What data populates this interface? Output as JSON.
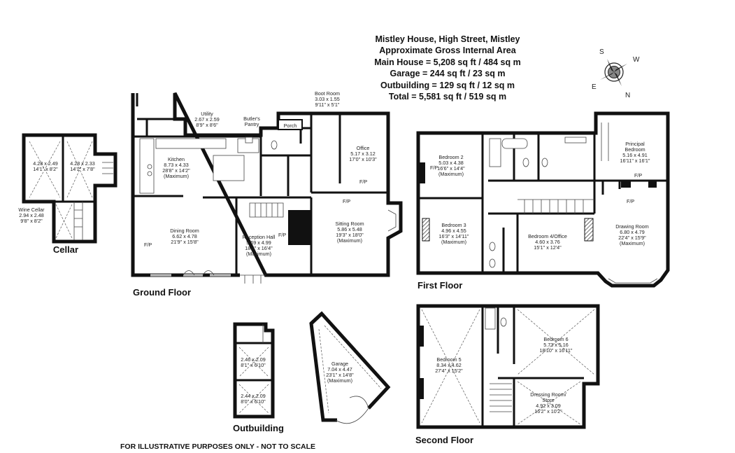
{
  "header": {
    "address": "Mistley House, High Street, Mistley",
    "subtitle": "Approximate Gross Internal Area",
    "main_house": "Main House = 5,208 sq ft / 484 sq m",
    "garage": "Garage = 244 sq ft / 23 sq m",
    "outbuilding": "Outbuilding = 129 sq ft / 12 sq m",
    "total": "Total = 5,581 sq ft / 519 sq m"
  },
  "compass": {
    "s": "S",
    "w": "W",
    "e": "E",
    "n": "N"
  },
  "floors": {
    "cellar": "Cellar",
    "ground": "Ground Floor",
    "first": "First Floor",
    "second": "Second Floor",
    "outbuilding": "Outbuilding"
  },
  "disclaimer": "FOR ILLUSTRATIVE PURPOSES ONLY - NOT TO SCALE",
  "labels": {
    "fp": "F/P",
    "cellar_room1": [
      "4.28 x 2.49",
      "14'1\" x 8'2\""
    ],
    "cellar_room2": [
      "4.28 x 2.33",
      "14'1\" x 7'8\""
    ],
    "wine_cellar": [
      "Wine Cellar",
      "2.94 x 2.48",
      "9'8\" x 8'2\""
    ],
    "utility": [
      "Utility",
      "2.67 x 2.59",
      "8'9\" x 8'6\""
    ],
    "butlers_pantry": [
      "Butler's",
      "Pantry"
    ],
    "boot_room": [
      "Boot Room",
      "3.03 x 1.55",
      "9'11\" x 5'1\""
    ],
    "porch": "Porch",
    "kitchen": [
      "Kitchen",
      "8.73 x 4.33",
      "28'8\" x 14'2\"",
      "(Maximum)"
    ],
    "office": [
      "Office",
      "5.17 x 3.12",
      "17'0\" x 10'3\""
    ],
    "dining_room": [
      "Dining Room",
      "6.62 x 4.78",
      "21'9\" x 15'8\""
    ],
    "reception_hall": [
      "Reception Hall",
      "5.69 x 4.99",
      "18'8\" x 16'4\"",
      "(Maximum)"
    ],
    "sitting_room": [
      "Sitting Room",
      "5.86 x 5.48",
      "19'3\" x 18'0\"",
      "(Maximum)"
    ],
    "bedroom2": [
      "Bedroom 2",
      "5.03 x 4.38",
      "16'6\" x 14'4\"",
      "(Maximum)"
    ],
    "principal_bedroom": [
      "Principal",
      "Bedroom",
      "5.16 x 4.91",
      "16'11\" x 16'1\""
    ],
    "bedroom3": [
      "Bedroom 3",
      "4.96 x 4.55",
      "16'3\" x 14'11\"",
      "(Maximum)"
    ],
    "bedroom4": [
      "Bedroom 4/Office",
      "4.60 x 3.76",
      "15'1\" x 12'4\""
    ],
    "drawing_room": [
      "Drawing Room",
      "6.80 x 4.79",
      "22'4\" x 15'9\"",
      "(Maximum)"
    ],
    "bedroom5": [
      "Bedroom 5",
      "8.34 x 4.62",
      "27'4\" x 15'2\""
    ],
    "bedroom6": [
      "Bedroom 6",
      "5.73 x 5.16",
      "18'10\" x 16'11\""
    ],
    "dressing_room": [
      "Dressing Room/",
      "Store",
      "4.92 x 3.09",
      "16'2\" x 10'2\""
    ],
    "garage": [
      "Garage",
      "7.04 x 4.47",
      "23'1\" x 14'8\"",
      "(Maximum)"
    ],
    "out_room1": [
      "2.46 x 2.09",
      "8'1\" x 6'10\""
    ],
    "out_room2": [
      "2.44 x 2.09",
      "8'0\" x 6'10\""
    ]
  }
}
